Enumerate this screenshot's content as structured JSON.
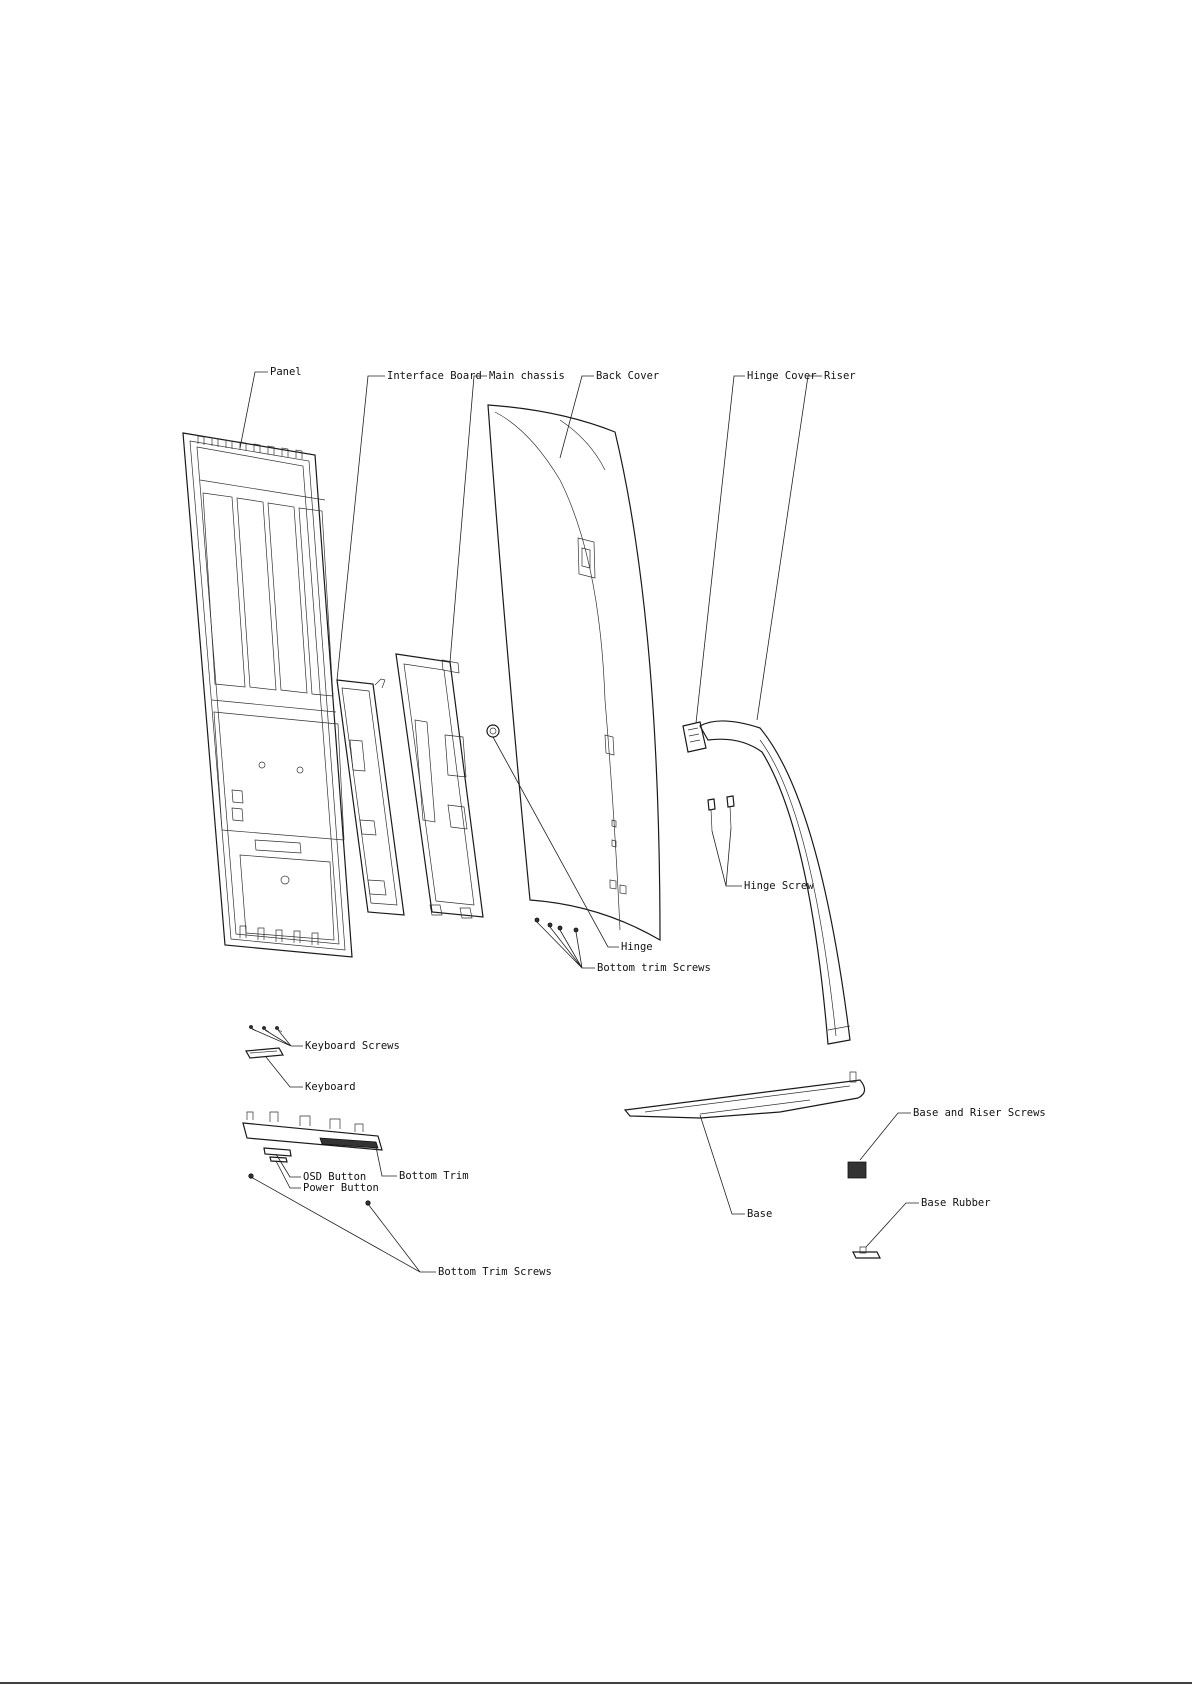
{
  "diagram": {
    "labels": {
      "panel": "Panel",
      "interface_board": "Interface Board",
      "main_chassis": "Main chassis",
      "back_cover": "Back Cover",
      "hinge_cover": "Hinge Cover",
      "riser": "Riser",
      "hinge_screw": "Hinge Screw",
      "hinge": "Hinge",
      "bottom_trim_screws_upper": "Bottom trim Screws",
      "keyboard_screws": "Keyboard Screws",
      "keyboard": "Keyboard",
      "osd_button": "OSD Button",
      "bottom_trim": "Bottom Trim",
      "power_button": "Power Button",
      "bottom_trim_screws_lower": "Bottom Trim Screws",
      "base_and_riser_screws": "Base and Riser Screws",
      "base": "Base",
      "base_rubber": "Base Rubber"
    }
  }
}
